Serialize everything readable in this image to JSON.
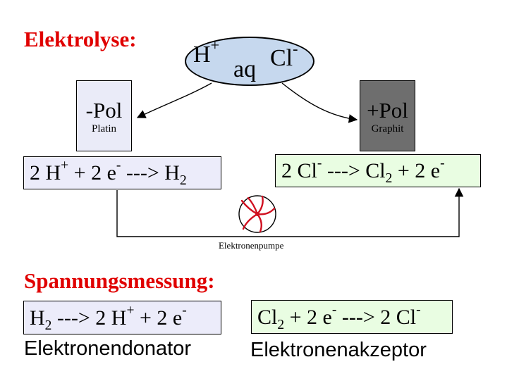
{
  "electrolysis_heading": "Elektrolyse:",
  "measurement_heading": "Spannungsmessung:",
  "ions": {
    "h": "H",
    "h_charge": "+",
    "aq": "aq",
    "cl": "Cl",
    "cl_charge": "-"
  },
  "negative_pole": {
    "sign": "-Pol",
    "material": "Platin"
  },
  "positive_pole": {
    "sign": "+Pol",
    "material": "Graphit"
  },
  "cathode_equation": {
    "a": "2 H",
    "a_sup": "+",
    "b": " + 2 e",
    "b_sup": "-",
    "c": " ---> H",
    "c_sub": "2"
  },
  "anode_equation": {
    "a": "2 Cl",
    "a_sup": "-",
    "b": " ---> Cl",
    "b_sub": "2",
    "c": " + 2 e",
    "c_sup": "-"
  },
  "pump_label": "Elektronenpumpe",
  "donor_equation": {
    "a": "H",
    "a_sub": "2",
    "b": " ---> 2 H",
    "b_sup": "+",
    "c": " + 2 e",
    "c_sup": "-"
  },
  "acceptor_equation": {
    "a": "Cl",
    "a_sub": "2",
    "b": " + 2 e",
    "b_sup": "-",
    "c": " ---> 2 Cl",
    "c_sup": "-"
  },
  "donor_caption": "Elektronendonator",
  "acceptor_caption": "Elektronenakzeptor",
  "colors": {
    "heading": "#e00000",
    "ion_fill": "#c6d8ee",
    "cathode_fill": "#ececfa",
    "anode_fill": "#e9fde2",
    "graphite": "#6e6e6e",
    "pump_blade": "#d01020"
  }
}
